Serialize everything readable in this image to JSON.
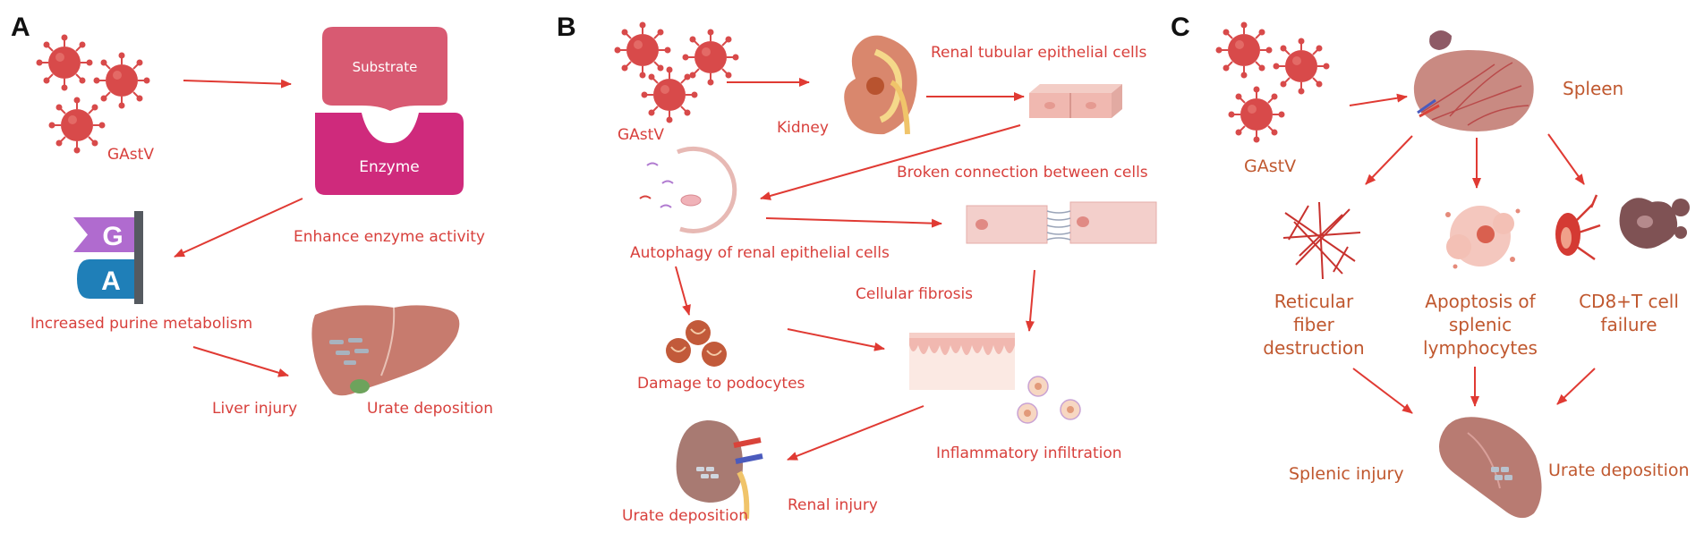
{
  "colors": {
    "arrow": "#e03a33",
    "label_red": "#d8403c",
    "label_brown": "#c0582f",
    "virus": "#d84a4a",
    "substrate": "#d85a72",
    "enzyme": "#cf2a7c",
    "organ": "#c77b6e"
  },
  "panels": {
    "a": {
      "letter": "A",
      "virus_label": "GAstV",
      "substrate": "Substrate",
      "enzyme": "Enzyme",
      "enhance": "Enhance enzyme activity",
      "g": "G",
      "a": "A",
      "purine": "Increased purine metabolism",
      "liver_injury": "Liver injury",
      "urate": "Urate deposition"
    },
    "b": {
      "letter": "B",
      "virus_label": "GAstV",
      "kidney": "Kidney",
      "renal_tubular": "Renal tubular epithelial cells",
      "broken": "Broken connection between cells",
      "autophagy": "Autophagy of renal epithelial cells",
      "fibrosis": "Cellular fibrosis",
      "podocytes": "Damage to podocytes",
      "inflammatory": "Inflammatory infiltration",
      "urate": "Urate deposition",
      "renal_injury": "Renal injury"
    },
    "c": {
      "letter": "C",
      "virus_label": "GAstV",
      "spleen": "Spleen",
      "reticular": [
        "Reticular",
        "fiber",
        "destruction"
      ],
      "apoptosis": [
        "Apoptosis of",
        "splenic",
        "lymphocytes"
      ],
      "cd8": [
        "CD8+T cell",
        "failure"
      ],
      "splenic_injury": "Splenic injury",
      "urate": "Urate deposition"
    }
  }
}
